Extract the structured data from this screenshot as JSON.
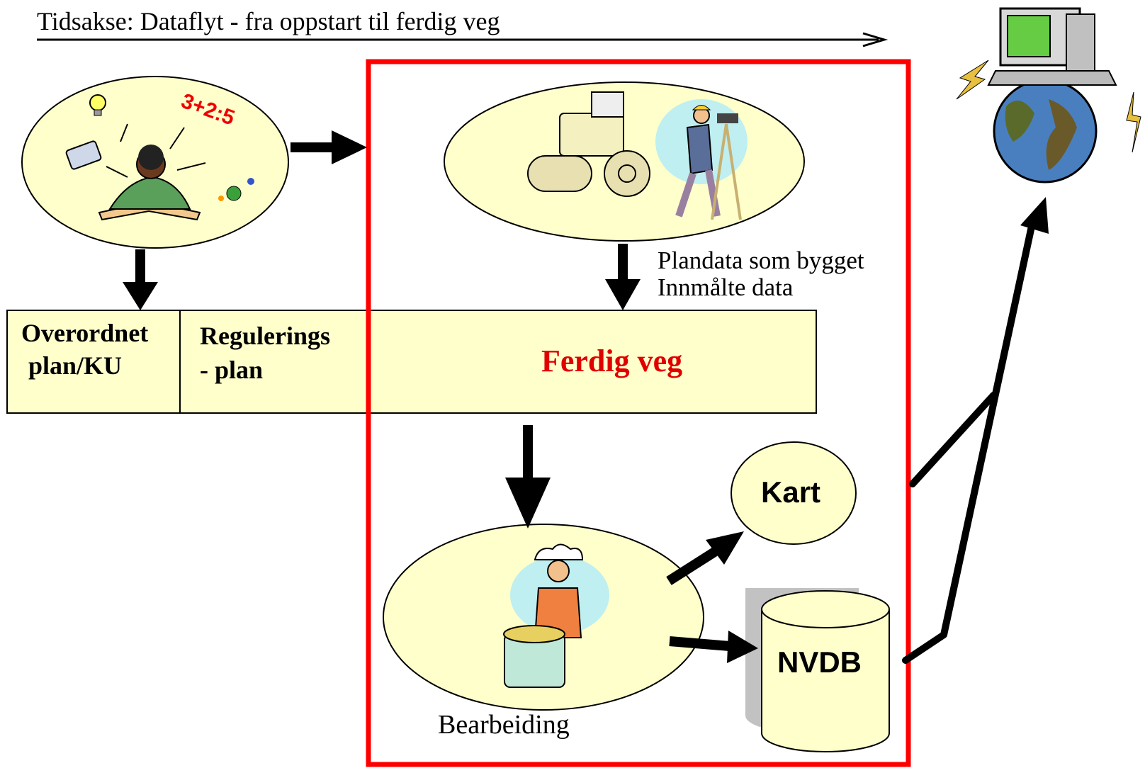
{
  "timeline": {
    "label": "Tidsakse: Dataflyt - fra oppstart til ferdig veg"
  },
  "phases": {
    "overordnet_line1": "Overordnet",
    "overordnet_line2": "plan/KU",
    "regulerings_line1": "Regulerings",
    "regulerings_line2": "- plan",
    "ferdig_veg": "Ferdig veg"
  },
  "construction": {
    "note_line1": "Plandata som bygget",
    "note_line2": "Innmålte data"
  },
  "processing": {
    "label": "Bearbeiding"
  },
  "outputs": {
    "kart": "Kart",
    "nvdb": "NVDB"
  },
  "colors": {
    "ellipse_fill": "#ffffcc",
    "highlight_red": "#ff0000",
    "ferdig_veg_text": "#e00000",
    "line": "#000000"
  },
  "icons": [
    "planner-reading-icon",
    "road-roller-icon",
    "surveyor-icon",
    "chef-icon",
    "computer-globe-icon"
  ]
}
